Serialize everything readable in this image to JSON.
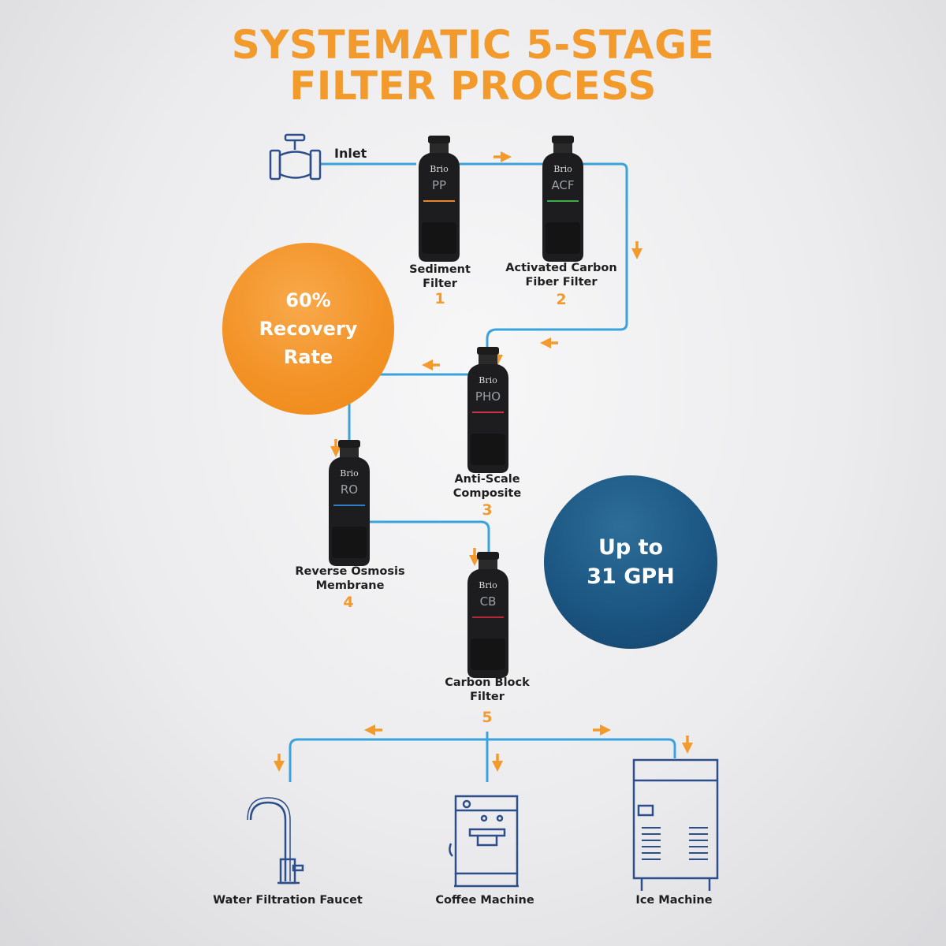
{
  "title": {
    "line1": "SYSTEMATIC 5-STAGE",
    "line2": "FILTER PROCESS"
  },
  "inlet_label": "Inlet",
  "stages": [
    {
      "number": "1",
      "name_line1": "Sediment",
      "name_line2": "Filter",
      "code": "PP",
      "band_color": "#e8862b"
    },
    {
      "number": "2",
      "name_line1": "Activated Carbon",
      "name_line2": "Fiber Filter",
      "code": "ACF",
      "band_color": "#3fae49"
    },
    {
      "number": "3",
      "name_line1": "Anti-Scale",
      "name_line2": "Composite",
      "code": "PHO",
      "band_color": "#c8344a"
    },
    {
      "number": "4",
      "name_line1": "Reverse Osmosis",
      "name_line2": "Membrane",
      "code": "RO",
      "band_color": "#2f7fc6"
    },
    {
      "number": "5",
      "name_line1": "Carbon Block",
      "name_line2": "Filter",
      "code": "CB",
      "band_color": "#b5283a"
    }
  ],
  "brand": "Brio",
  "recovery": {
    "line1": "60%",
    "line2": "Recovery",
    "line3": "Rate"
  },
  "capacity": {
    "line1": "Up to",
    "line2": "31 GPH"
  },
  "outputs": [
    {
      "label": "Water Filtration Faucet",
      "icon": "faucet-icon"
    },
    {
      "label": "Coffee Machine",
      "icon": "coffee-machine-icon"
    },
    {
      "label": "Ice Machine",
      "icon": "ice-machine-icon"
    }
  ],
  "colors": {
    "accent_orange": "#f39a2c",
    "pipe_blue": "#3aa3dc",
    "dark_blue": "#1c5683",
    "icon_blue": "#2c4f8c"
  }
}
